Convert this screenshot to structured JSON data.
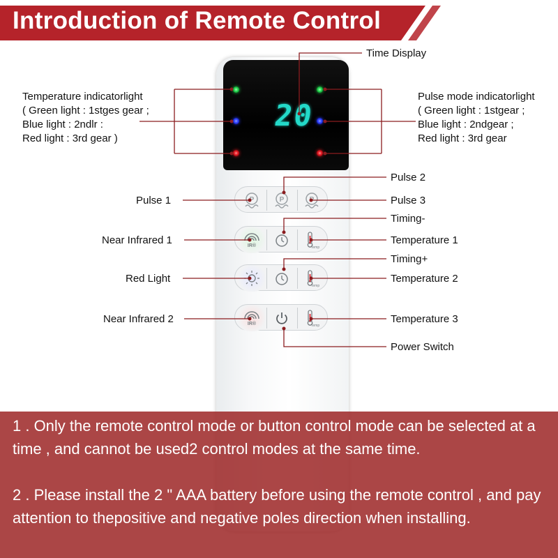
{
  "title": "Introduction of Remote Control",
  "colors": {
    "accent": "#b5232a",
    "note_bg": "#9d2828",
    "display_digits": "#23d9c8",
    "led_green": "#1fd14a",
    "led_blue": "#2a3cff",
    "led_red": "#e0141e"
  },
  "display": {
    "time_value": "20"
  },
  "labels": {
    "time_display": "Time Display",
    "pulse1": "Pulse 1",
    "pulse2": "Pulse 2",
    "pulse3": "Pulse 3",
    "timing_minus": "Timing-",
    "near_infrared1": "Near Infrared 1",
    "temperature1": "Temperature 1",
    "timing_plus": "Timing+",
    "red_light": "Red Light",
    "temperature2": "Temperature 2",
    "near_infrared2": "Near Infrared 2",
    "temperature3": "Temperature 3",
    "power_switch": "Power Switch"
  },
  "temperature_indicator": {
    "lines": [
      "Temperature indicatorlight",
      "( Green light : 1stges gear ;",
      "Blue light : 2ndlr :",
      "Red light : 3rd gear )"
    ]
  },
  "pulse_indicator": {
    "lines": [
      "Pulse mode indicatorlight",
      "( Green light : 1stgear ;",
      "Blue light : 2ndgear ;",
      "Red light : 3rd gear"
    ]
  },
  "icons": {
    "pulse": "pulse-p-wave-icon",
    "timer": "timer-clock-icon",
    "thermometer": "thermometer-icon",
    "near_infrared": "near-infrared-ir-icon",
    "red_light": "red-light-sun-icon",
    "power": "power-icon"
  },
  "notes": [
    "1 . Only the remote control mode or button control mode can be selected at a time , and cannot be used2 control modes at the same time.",
    "2 . Please install the 2 \" AAA battery before using the remote control , and pay attention to thepositive and negative poles direction when installing."
  ]
}
